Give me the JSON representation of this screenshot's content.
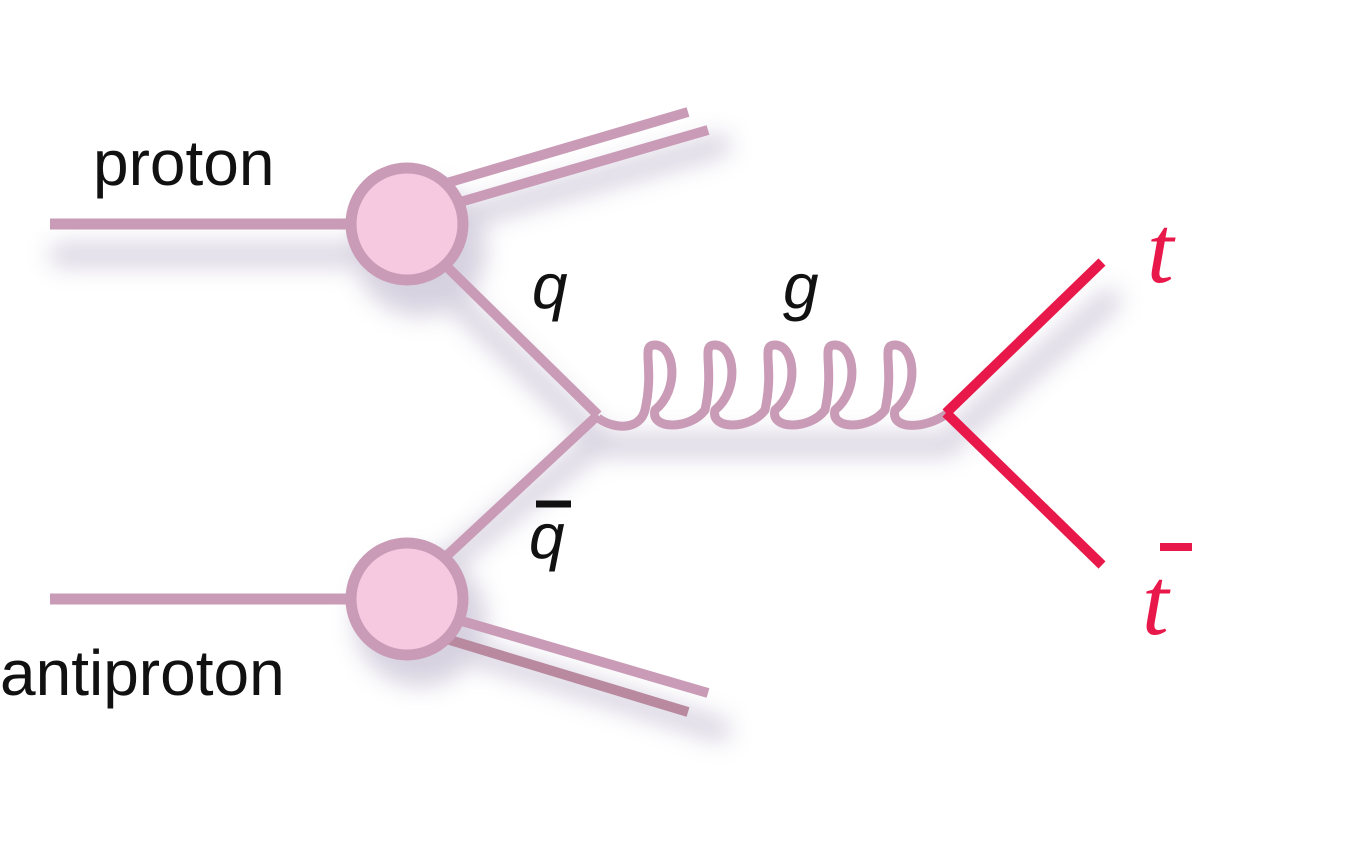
{
  "labels": {
    "proton": "proton",
    "antiproton": "antiproton",
    "quark": "q",
    "antiquark": "q",
    "gluon": "g",
    "top": "t",
    "antitop": "t"
  },
  "colors": {
    "line": "#c99bb6",
    "line_dark": "#b8899f",
    "blob_fill": "#f6c9e0",
    "blob_stroke": "#c99bb6",
    "top_color": "#e8194a",
    "shadow": "#8c7ea6"
  }
}
